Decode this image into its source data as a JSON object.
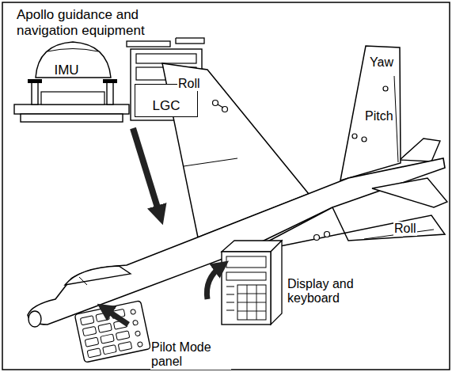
{
  "diagram": {
    "nodes": [
      {
        "text": [
          "IMU"
        ]
      },
      {
        "text": [
          "LGC"
        ]
      }
    ],
    "labels": [
      "Apollo guidance and navigation equipment",
      "Roll",
      "Yaw",
      "Pitch",
      "Roll",
      "Display and keyboard",
      "Pilot Mode panel"
    ]
  }
}
